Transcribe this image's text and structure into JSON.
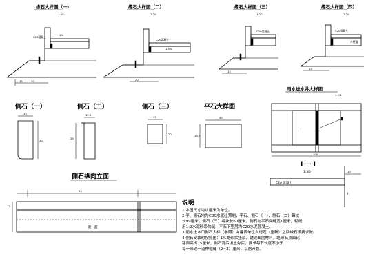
{
  "details": [
    {
      "title": "缘石大样图（一）",
      "scale": "1:20",
      "tag1": "C20混凝土",
      "tag2": "1%"
    },
    {
      "title": "缘石大样图（二）",
      "scale": "1:20",
      "tag1": "C20混凝土",
      "tag2": "1.5%"
    },
    {
      "title": "缘石大样图（三）",
      "scale": "1:20",
      "tag1": "C20混凝土"
    },
    {
      "title": "缘石大样图（四）",
      "scale": "1:20",
      "tag1": "C20混凝土",
      "tag2": "人行道"
    }
  ],
  "dims": {
    "d15": "15",
    "d10": "10",
    "d20": "20",
    "d25": "25",
    "d30": "30",
    "d50": "50",
    "d100": "100",
    "d99": "99",
    "d125": "12.5",
    "d135": "13.5",
    "d12": "12"
  },
  "stones": [
    {
      "title": "侧石（一）"
    },
    {
      "title": "侧石（二）"
    },
    {
      "title": "侧石（三）"
    },
    {
      "title": "平石大样图"
    }
  ],
  "drain": {
    "title": "雨水进水井大样图",
    "scale": "1:20",
    "label_i": "I"
  },
  "section": {
    "title": "I — I",
    "scale": "1:5D",
    "concrete": "C20 混凝土",
    "label_i": "I"
  },
  "elev": {
    "title": "侧石纵向立面",
    "road": "路　面"
  },
  "notes": {
    "heading": "说明",
    "items": [
      "1.本图尺寸均以厘米为单位。",
      "2.平、侧石均为C30水泥砼预制，平石、侧石（一）、侧石（二）每块",
      "  长99厘米，侧石（三）每块长60厘米，侧石与平石间缝宽1厘米，砌缝",
      "  用1:2水泥砂浆勾缝，平石下垫层为C20水泥混凝土。",
      "3.雨水进水口侧石大样（参照）由建设单位自行定（重新）之间缘石按要求做。",
      "4.侧石安装时按照图：1%宽砂浆坐浆，铺设面层材料，路缘石顶面比",
      "  路面高出15厘米，侧石背后填土夯实，要求每节长度不小于",
      "  每一米设一道伸缩缝（2~3）厘米，以防开裂。"
    ]
  }
}
